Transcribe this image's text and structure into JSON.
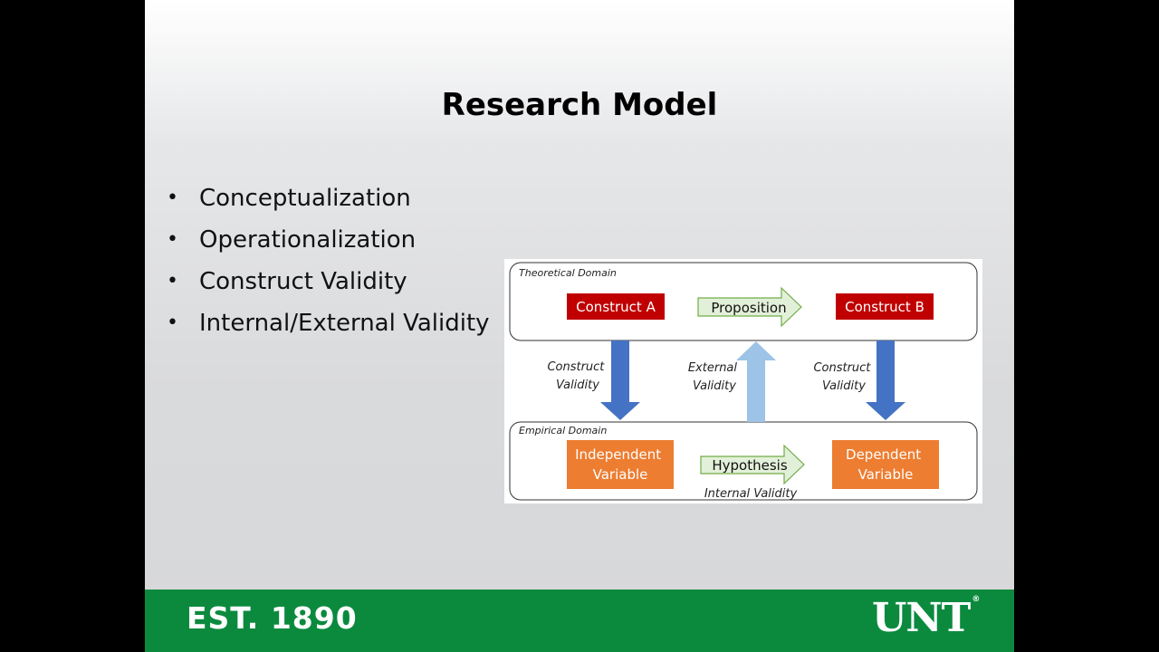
{
  "slide": {
    "title": "Research Model",
    "bullets": [
      "Conceptualization",
      "Operationalization",
      "Construct Validity",
      "Internal/External Validity"
    ]
  },
  "diagram": {
    "theoretical_domain_label": "Theoretical Domain",
    "empirical_domain_label": "Empirical Domain",
    "construct_a": "Construct A",
    "construct_b": "Construct B",
    "proposition": "Proposition",
    "independent_variable": [
      "Independent",
      "Variable"
    ],
    "dependent_variable": [
      "Dependent",
      "Variable"
    ],
    "hypothesis": "Hypothesis",
    "internal_validity": "Internal Validity",
    "construct_validity_left": [
      "Construct",
      "Validity"
    ],
    "external_validity": [
      "External",
      "Validity"
    ],
    "construct_validity_right": [
      "Construct",
      "Validity"
    ],
    "colors": {
      "construct_box": "#c00000",
      "variable_box": "#ed7d31",
      "construct_validity_arrow": "#4472c4",
      "external_validity_arrow": "#9dc3e6",
      "proposition_arrow_fill": "#e2f0d9",
      "proposition_arrow_stroke": "#70ad47"
    }
  },
  "footer": {
    "est": "EST. 1890",
    "logo": "UNT",
    "logo_mark": "®",
    "background": "#0b8a3e"
  }
}
